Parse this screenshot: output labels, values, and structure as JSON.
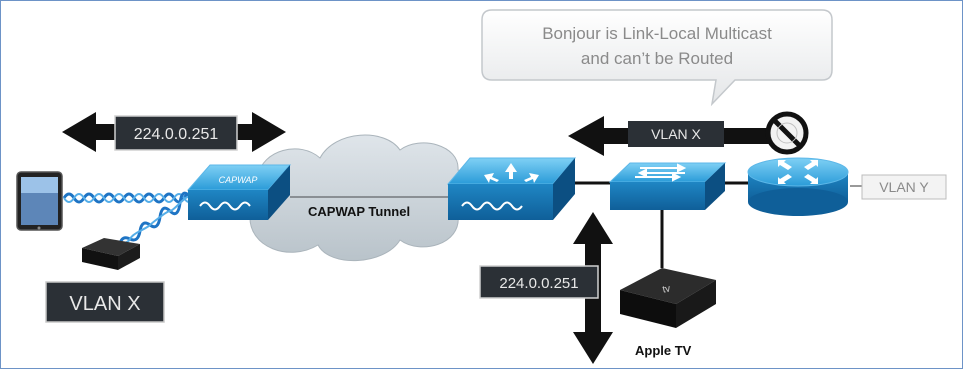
{
  "callout": {
    "line1": "Bonjour is Link-Local Multicast",
    "line2": "and can’t be Routed"
  },
  "labels": {
    "multicast_left": "224.0.0.251",
    "multicast_bottom": "224.0.0.251",
    "vlan_x_arrow": "VLAN X",
    "vlan_y": "VLAN Y",
    "vlan_x_box": "VLAN X",
    "tunnel": "CAPWAP Tunnel",
    "ap_label": "CAPWAP",
    "apple_tv_caption": "Apple TV",
    "apple_tv_logo": "tv"
  },
  "colors": {
    "device_blue": "#2a9bd8",
    "cloud": "#c9d2d8",
    "label_box": "#2b3036",
    "frame": "#6d93c7"
  }
}
